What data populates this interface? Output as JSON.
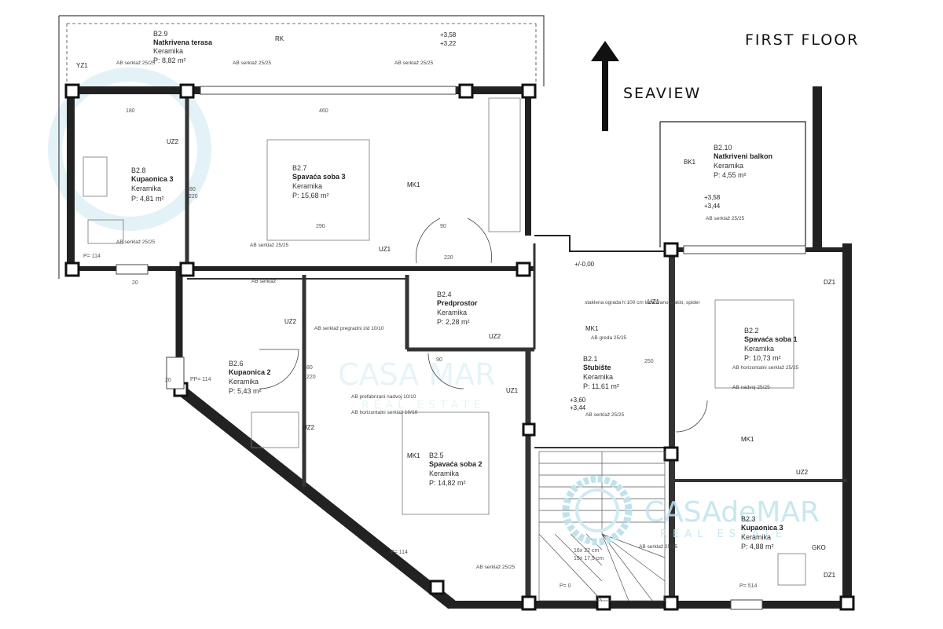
{
  "header": {
    "title": "FIRST FLOOR",
    "orientation_label": "SEAVIEW"
  },
  "watermark": {
    "brand_large": "CASAdeMAR",
    "tagline": "REAL ESTATE",
    "brand_faint": "CASA MAR",
    "tagline_faint": "REAL ESTATE"
  },
  "rooms": [
    {
      "code": "B2.9",
      "name": "Natkrivena terasa",
      "material": "Keramika",
      "area": "P: 8,82 m²"
    },
    {
      "code": "B2.8",
      "name": "Kupaonica 3",
      "material": "Keramika",
      "area": "P: 4,81 m²"
    },
    {
      "code": "B2.7",
      "name": "Spavaća soba 3",
      "material": "Keramika",
      "area": "P: 15,68 m²"
    },
    {
      "code": "B2.10",
      "name": "Natkriveni balkon",
      "material": "Keramika",
      "area": "P: 4,55 m²"
    },
    {
      "code": "B2.4",
      "name": "Predprostor",
      "material": "Keramika",
      "area": "P: 2,28 m²"
    },
    {
      "code": "B2.6",
      "name": "Kupaonica 2",
      "material": "Keramika",
      "area": "P: 5,43 m²"
    },
    {
      "code": "B2.1",
      "name": "Stubište",
      "material": "Keramika",
      "area": "P: 11,61 m²"
    },
    {
      "code": "B2.2",
      "name": "Spavaća soba 1",
      "material": "Keramika",
      "area": "P: 10,73 m²"
    },
    {
      "code": "B2.5",
      "name": "Spavaća soba 2",
      "material": "Keramika",
      "area": "P: 14,82 m²"
    },
    {
      "code": "B2.3",
      "name": "Kupaonica 3",
      "material": "Keramika",
      "area": "P: 4,88 m²"
    }
  ],
  "tags": [
    "YZ1",
    "RK",
    "UZ2",
    "MK1",
    "UZ1",
    "BK1",
    "UZ2",
    "UZ1",
    "DZ1",
    "MK1",
    "UZ2",
    "UZ2",
    "UZ1",
    "MK1",
    "MK1",
    "UZ2",
    "GKO",
    "DZ1"
  ],
  "levels": [
    "+3,58",
    "+3,22",
    "+3,58",
    "+3,44",
    "+/-0,00",
    "+3,60",
    "+3,44"
  ],
  "notes": [
    "AB serklaž 25/25",
    "AB serklaž 25/25",
    "AB serklaž 25/25",
    "AB serklaž 25/25",
    "AB serklaž 25/25",
    "AB serklaž 25/25",
    "AB serklaž pregradni zid 10/10",
    "AB prefabrirani nadvoj 10/10",
    "AB horizontalni serklaž 10/10",
    "staklena ograda h:100 cm laminirano staklo, spider",
    "AB greda 25/25",
    "AB serklaž 25/25",
    "AB horizontalni serklaž 25/25",
    "AB nadvoj 25/25",
    "AB serklaž 25/25",
    "AB serklaž 25/25",
    "AB serklaž"
  ],
  "dimensions": [
    "180",
    "460",
    "220",
    "90",
    "80",
    "220",
    "290",
    "P= 114",
    "20",
    "220",
    "80",
    "PP= 114",
    "90",
    "20",
    "P= 114",
    "P= 0",
    "P= 514",
    "16x 22 cm",
    "19x 17,9 cm",
    "250"
  ]
}
